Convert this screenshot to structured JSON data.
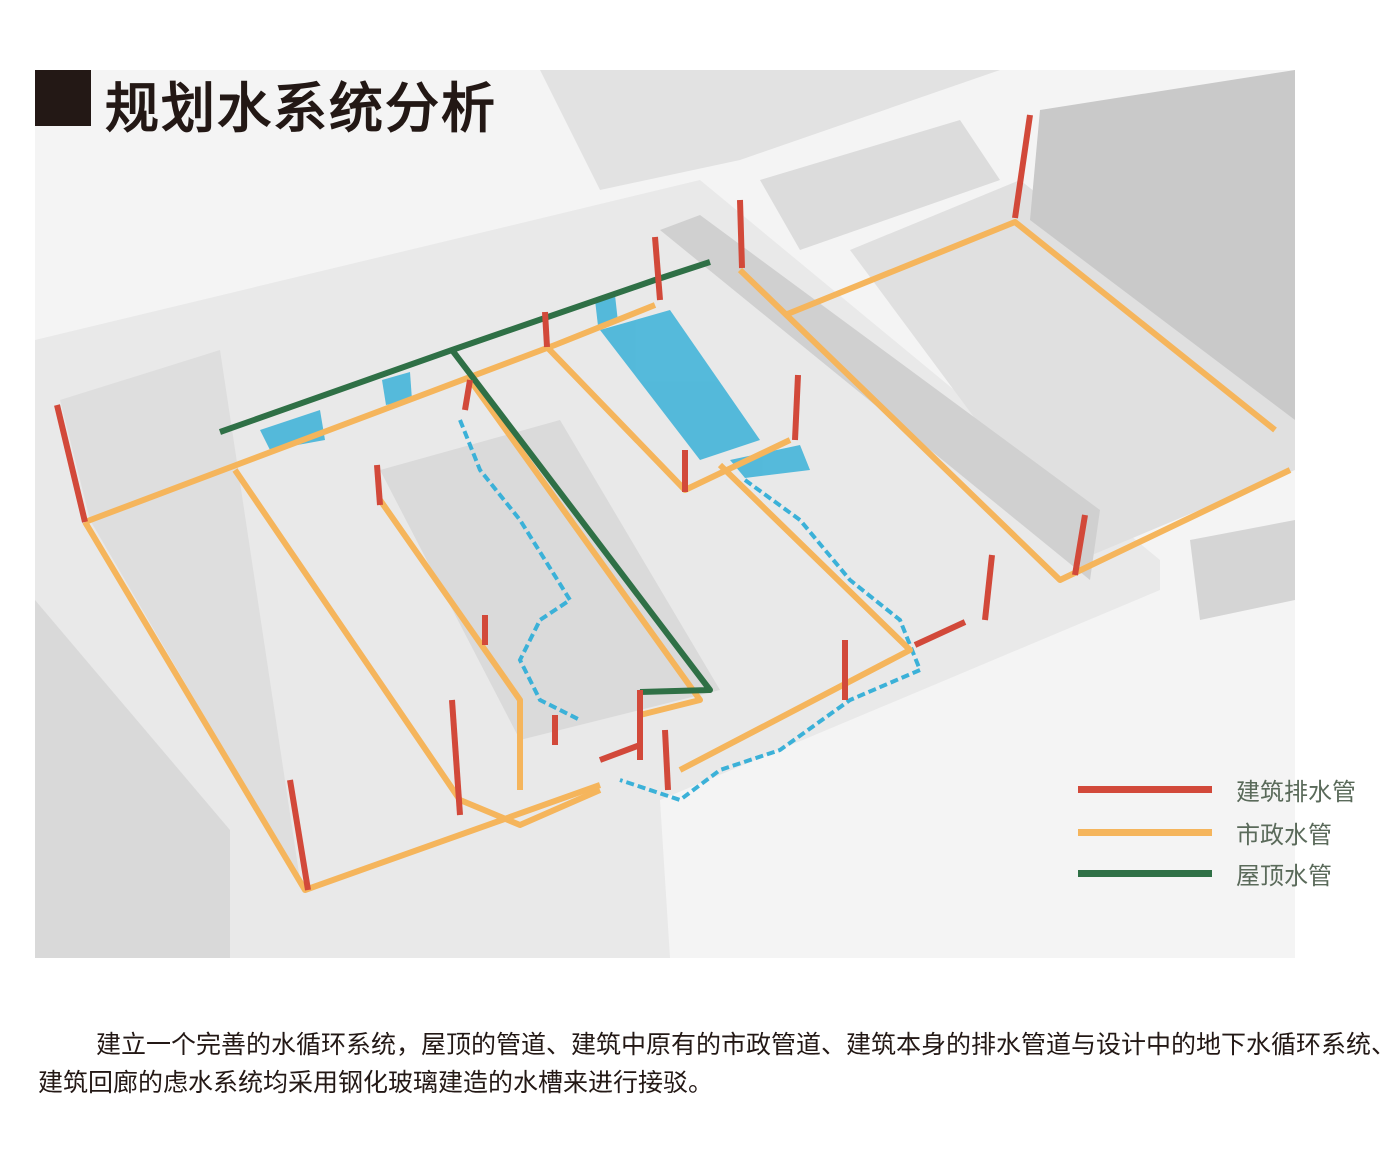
{
  "title": "规划水系统分析",
  "legend": [
    {
      "label": "建筑排水管",
      "color": "#d2493a"
    },
    {
      "label": "市政水管",
      "color": "#f5b55c"
    },
    {
      "label": "屋顶水管",
      "color": "#2f7046"
    }
  ],
  "colors": {
    "water": "#3bb1d8",
    "ground": "#e6e6e6"
  },
  "caption": "建立一个完善的水循环系统，屋顶的管道、建筑中原有的市政管道、建筑本身的排水管道与设计中的地下水循环系统、建筑回廊的虑水系统均采用钢化玻璃建造的水槽来进行接驳。"
}
